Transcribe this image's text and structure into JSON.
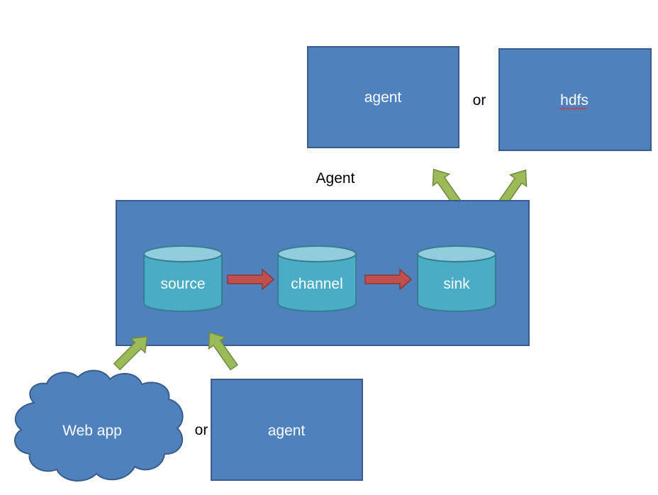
{
  "diagram": {
    "agent_container_label": "Agent",
    "source_label": "source",
    "channel_label": "channel",
    "sink_label": "sink",
    "top_left_box_label": "agent",
    "top_right_box_label": "hdfs",
    "top_connector": "or",
    "cloud_label": "Web app",
    "bottom_connector": "or",
    "bottom_box_label": "agent"
  },
  "colors": {
    "box_fill": "#4f81bd",
    "box_stroke": "#385d8a",
    "cylinder_body": "#4bacc6",
    "cylinder_top": "#93cddd",
    "cylinder_stroke": "#357d91",
    "red_arrow_fill": "#c0504d",
    "red_arrow_stroke": "#8c3836",
    "green_arrow_fill": "#9bbb59",
    "green_arrow_stroke": "#71893f"
  }
}
